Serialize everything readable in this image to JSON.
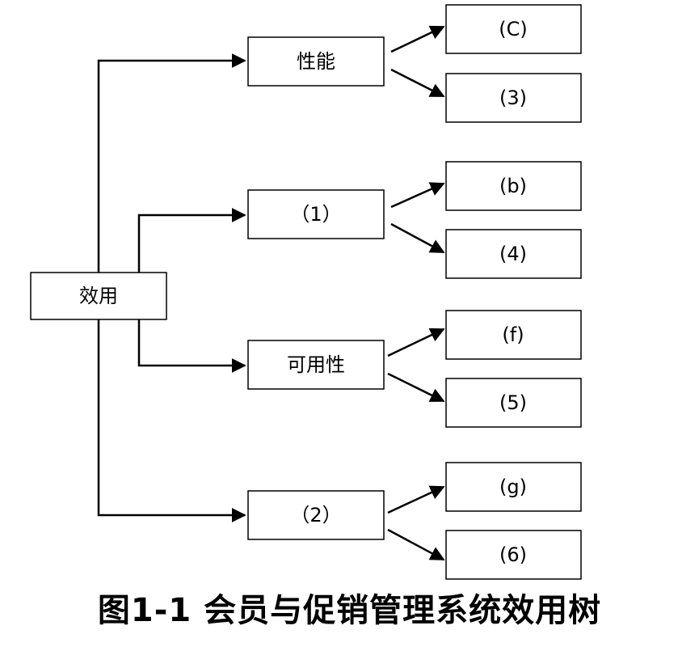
{
  "diagram": {
    "nodes": {
      "root": "效用",
      "performance": "性能",
      "branch_1": "（1）",
      "usability": "可用性",
      "branch_2": "（2）",
      "leaf_c": "(C)",
      "leaf_3": "(3)",
      "leaf_b": "(b)",
      "leaf_4": "(4)",
      "leaf_f": "(f)",
      "leaf_5": "(5)",
      "leaf_g": "(g)",
      "leaf_6": "(6)"
    },
    "caption": "图1-1 会员与促销管理系统效用树"
  },
  "colors": {
    "stroke": "#000000",
    "background": "#ffffff"
  }
}
